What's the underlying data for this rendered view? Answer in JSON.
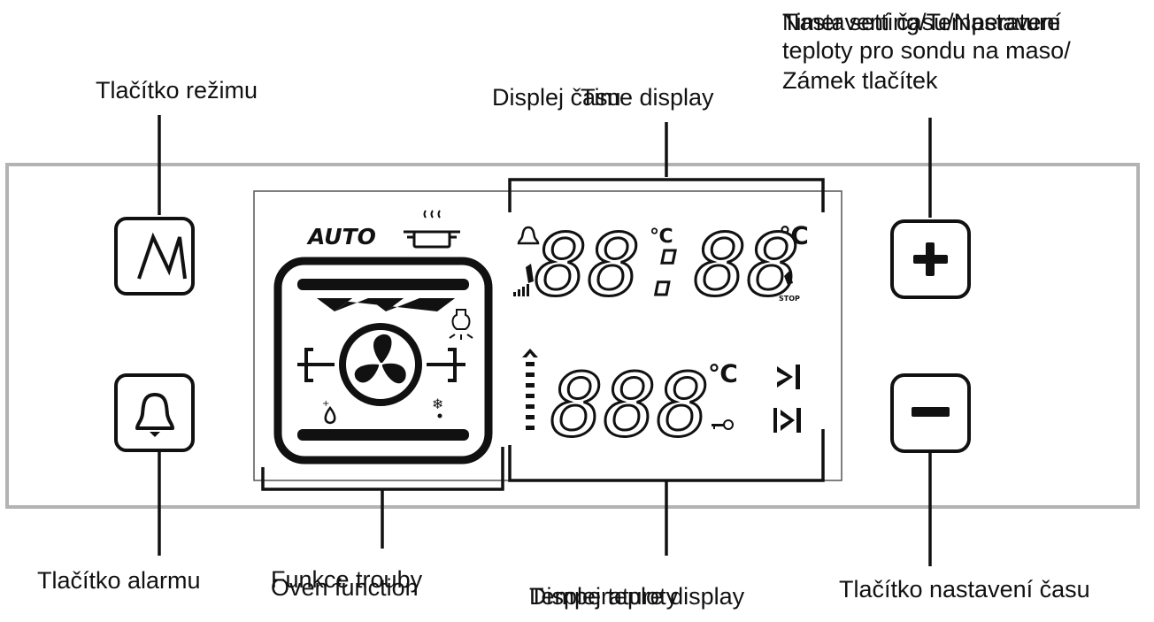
{
  "labels": {
    "mode_button": "Tlačítko režimu",
    "time_display_cz": "Displej času",
    "time_display_en": "Time display",
    "timer_line1_en": "Timer setting/Temperature",
    "timer_line1_cz": "Nastavení času/Nastavení",
    "timer_line2": "teploty pro sondu na maso/",
    "timer_line3": "Zámek tlačítek",
    "alarm_button": "Tlačítko alarmu",
    "oven_function_cz": "Funkce trouby",
    "oven_function_en": "Oven function",
    "temperature_display_cz": "Displej teploty",
    "temperature_display_en": "Temperature display",
    "time_setting_button": "Tlačítko nastavení času"
  },
  "panel": {
    "auto_label": "AUTO",
    "time_digits": "88:88",
    "temp_digits": "888",
    "celsius_symbol": "℃",
    "stop_label": "STOP",
    "plus_symbol": "+",
    "minus_symbol": "−"
  },
  "colors": {
    "stroke": "#111111",
    "panel_border": "#b3b3b3",
    "lcd_border": "#555555",
    "background": "#ffffff"
  }
}
